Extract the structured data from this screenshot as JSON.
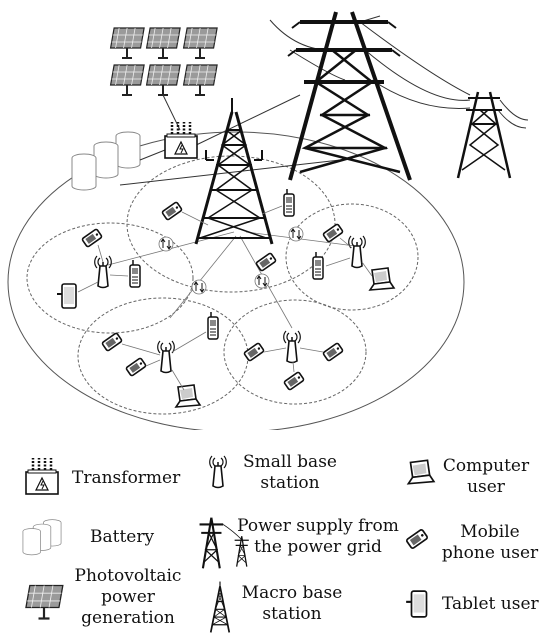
{
  "legend": {
    "transformer": "Transformer",
    "small_base_station": [
      "Small base",
      "station"
    ],
    "computer_user": [
      "Computer",
      "user"
    ],
    "battery": "Battery",
    "power_supply": [
      "Power supply from",
      "the power grid"
    ],
    "mobile_phone_user": [
      "Mobile",
      "phone user"
    ],
    "photovoltaic": [
      "Photovoltaic",
      "power",
      "generation"
    ],
    "macro_base_station": [
      "Macro base",
      "station"
    ],
    "tablet_user": "Tablet user"
  },
  "icons": {
    "transformer": "transformer-icon",
    "small_base_station": "small-base-station-icon",
    "computer": "laptop-icon",
    "battery": "battery-icon",
    "power_grid": "power-tower-icon",
    "mobile_phone": "mobile-phone-icon",
    "photovoltaic": "solar-panel-icon",
    "macro_base_station": "macro-tower-icon",
    "tablet": "tablet-icon"
  }
}
